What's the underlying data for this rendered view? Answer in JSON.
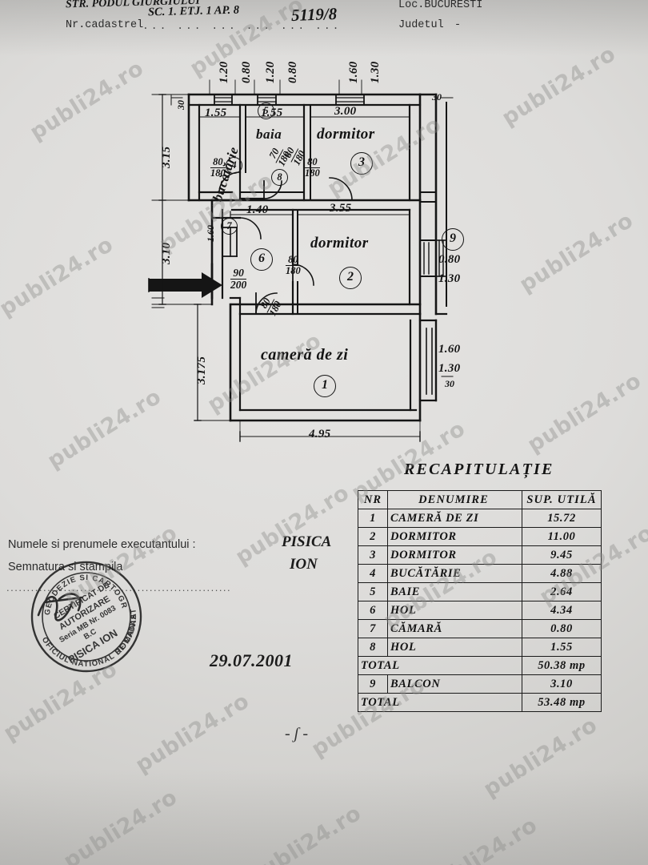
{
  "document": {
    "type": "cadastral-floor-plan",
    "watermark_text": "publi24.ro",
    "bottom_mark": "- ʃ -"
  },
  "header": {
    "street_line": "STR. PODUL GIURGIULUI",
    "apartment_line": "SC. 1. ETJ. 1 AP. 8",
    "cadastral_label": "Nr.cadastrel",
    "cadastral_dots": "...   ...   ...   ...   ...   ...",
    "cadastral_number": "5119/8",
    "locality_label": "Loc.BUCURESTI",
    "county_label": "Judetul",
    "county_value": "-"
  },
  "plan": {
    "rooms": [
      {
        "id": "camera-de-zi",
        "name": "cameră de zi",
        "number": "1"
      },
      {
        "id": "dormitor-2",
        "name": "dormitor",
        "number": "2"
      },
      {
        "id": "dormitor-3",
        "name": "dormitor",
        "number": "3"
      },
      {
        "id": "bucatarie",
        "name": "bucătărie",
        "number": "4"
      },
      {
        "id": "baie",
        "name": "baia",
        "number": "5"
      },
      {
        "id": "hol-6",
        "name": "",
        "number": "6"
      },
      {
        "id": "camara-7",
        "name": "",
        "number": "7"
      },
      {
        "id": "hol-8",
        "name": "",
        "number": "8"
      },
      {
        "id": "balcon-9",
        "name": "",
        "number": "9"
      }
    ],
    "top_dimensions": [
      "1.20",
      "0.80",
      "1.20",
      "0.80",
      "1.60",
      "1.30"
    ],
    "left_dimensions": [
      "3.15",
      "3.10",
      "3.175"
    ],
    "inner_dimensions": {
      "bucatarie_width": "1.55",
      "baie_width": "1.55",
      "dormitor3_width": "3.00",
      "hol_width": "1.40",
      "dormitor2_width": "3.55",
      "bottom_width": "4.95",
      "small_left": "1.60",
      "wall_30a": "30",
      "wall_30b": "30",
      "wall_30c": "30"
    },
    "balcony_dims": {
      "width": "0.80",
      "height": "1.30"
    },
    "livingroom_window": {
      "width": "1.60",
      "height": "1.30",
      "wall": "30"
    },
    "door_tags": [
      {
        "id": "door-bucatarie",
        "num": "80",
        "den": "180"
      },
      {
        "id": "door-baie",
        "num": "70",
        "den": "180"
      },
      {
        "id": "door-hol8",
        "num": "80",
        "den": "180"
      },
      {
        "id": "door-dormitor3",
        "num": "80",
        "den": "180"
      },
      {
        "id": "door-dormitor2",
        "num": "80",
        "den": "180"
      },
      {
        "id": "door-camera",
        "num": "80",
        "den": "180"
      },
      {
        "id": "door-entry",
        "num": "90",
        "den": "200"
      },
      {
        "id": "door-camara",
        "num": "80",
        "den": "180"
      }
    ]
  },
  "recap": {
    "title": "RECAPITULAȚIE",
    "columns": [
      "NR",
      "DENUMIRE",
      "SUP. UTILĂ"
    ],
    "rows": [
      {
        "nr": "1",
        "name": "CAMERĂ DE ZI",
        "area": "15.72"
      },
      {
        "nr": "2",
        "name": "DORMITOR",
        "area": "11.00"
      },
      {
        "nr": "3",
        "name": "DORMITOR",
        "area": "9.45"
      },
      {
        "nr": "4",
        "name": "BUCĂTĂRIE",
        "area": "4.88"
      },
      {
        "nr": "5",
        "name": "BAIE",
        "area": "2.64"
      },
      {
        "nr": "6",
        "name": "HOL",
        "area": "4.34"
      },
      {
        "nr": "7",
        "name": "CĂMARĂ",
        "area": "0.80"
      },
      {
        "nr": "8",
        "name": "HOL",
        "area": "1.55"
      }
    ],
    "subtotal": {
      "name": "TOTAL",
      "area": "50.38 mp"
    },
    "balcony": {
      "nr": "9",
      "name": "BALCON",
      "area": "3.10"
    },
    "total": {
      "name": "TOTAL",
      "area": "53.48 mp"
    }
  },
  "signature": {
    "executor_label": "Numele si prenumele executantului :",
    "executor_name_line1": "PISICA",
    "executor_name_line2": "ION",
    "signature_label": "Semnatura si stampila",
    "signature_dots": ".......................................................",
    "date": "29.07.2001",
    "stamp": {
      "outer_text_top": "OFICIUL NATIONAL DE CADASTRU GEODEZIE SI CARTOGRAFIE",
      "line1": "CERTIFICAT DE",
      "line2": "AUTORIZARE",
      "line3": "Seria MB Nr. 0083",
      "line4": "B.C",
      "line5": "PISICA ION",
      "line6": "ROMANIA"
    }
  }
}
